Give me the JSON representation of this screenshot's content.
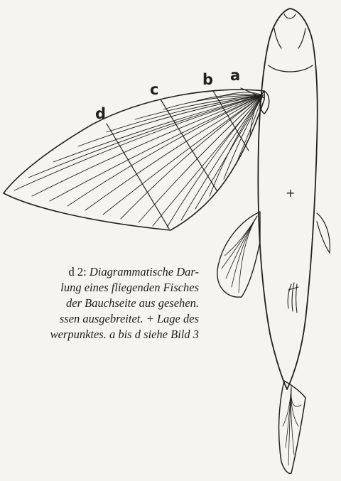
{
  "caption": {
    "line1_plain": "d 2: ",
    "line1_italic": "Diagrammatische Dar-",
    "line2": "lung eines fliegenden Fisches",
    "line3": "der Bauchseite aus gesehen.",
    "line4": "ssen ausgebreitet. + Lage des",
    "line5": "werpunktes. a bis d siehe Bild 3"
  },
  "labels": {
    "a": "a",
    "b": "b",
    "c": "c",
    "d": "d",
    "centroid": "+"
  },
  "colors": {
    "ink": "#22201c",
    "paper": "#f6f4ee"
  }
}
